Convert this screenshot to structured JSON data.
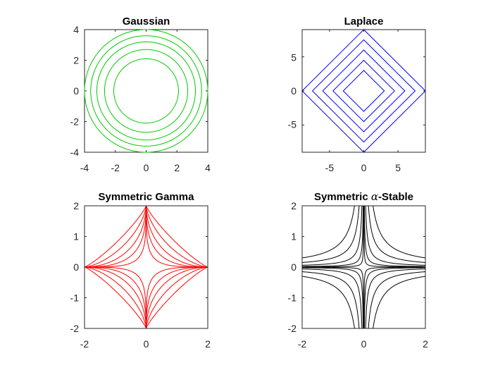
{
  "chart_data": [
    {
      "type": "contour",
      "title": "Gaussian",
      "color": "#00cc00",
      "xlim": [
        -4,
        4
      ],
      "ylim": [
        -4,
        4
      ],
      "xticks": [
        "-4",
        "-2",
        "0",
        "2",
        "4"
      ],
      "xtick_values": [
        -4,
        -2,
        0,
        2,
        4
      ],
      "yticks": [
        "4",
        "2",
        "0",
        "-2",
        "-4"
      ],
      "ytick_values": [
        4,
        2,
        0,
        -2,
        -4
      ],
      "contour_levels": [
        2.1,
        2.7,
        3.2,
        3.6,
        4.0
      ]
    },
    {
      "type": "contour",
      "title": "Laplace",
      "color": "#0000ff",
      "xlim": [
        -9,
        9
      ],
      "ylim": [
        -9,
        9
      ],
      "xticks": [
        "-5",
        "0",
        "5"
      ],
      "xtick_values": [
        -5,
        0,
        5
      ],
      "yticks": [
        "5",
        "0",
        "-5"
      ],
      "ytick_values": [
        5,
        0,
        -5
      ],
      "contour_levels": [
        3,
        4.5,
        6,
        7.5,
        9
      ]
    },
    {
      "type": "contour",
      "title": "Symmetric Gamma",
      "color": "#ff0000",
      "xlim": [
        -2,
        2
      ],
      "ylim": [
        -2,
        2
      ],
      "xticks": [
        "-2",
        "0",
        "2"
      ],
      "xtick_values": [
        -2,
        0,
        2
      ],
      "yticks": [
        "2",
        "1",
        "0",
        "-1",
        "-2"
      ],
      "ytick_values": [
        2,
        1,
        0,
        -1,
        -2
      ],
      "contour_levels": [
        2,
        2,
        2,
        2,
        2
      ],
      "contour_exponents": [
        0.35,
        0.45,
        0.55,
        0.68,
        0.85
      ]
    },
    {
      "type": "contour",
      "title_prefix": "Symmetric ",
      "title_symbol": "α",
      "title_suffix": "-Stable",
      "color": "#000000",
      "xlim": [
        -2,
        2
      ],
      "ylim": [
        -2,
        2
      ],
      "xticks": [
        "-2",
        "0",
        "2"
      ],
      "xtick_values": [
        -2,
        0,
        2
      ],
      "yticks": [
        "2",
        "1",
        "0",
        "-1",
        "-2"
      ],
      "ytick_values": [
        2,
        1,
        0,
        -1,
        -2
      ],
      "contour_levels": [
        0.01,
        0.04,
        0.12,
        0.3,
        0.6
      ]
    }
  ]
}
